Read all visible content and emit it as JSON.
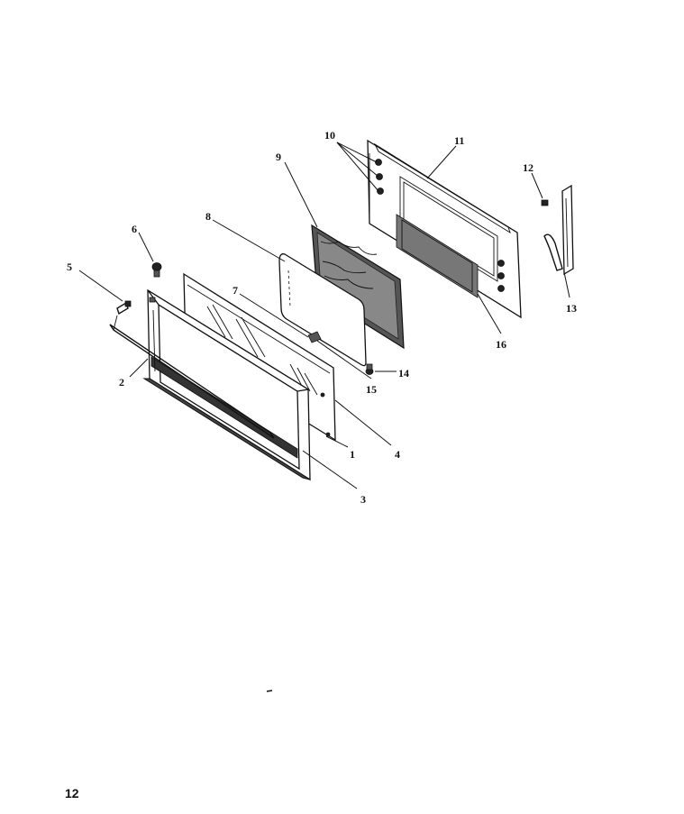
{
  "page_number": "12",
  "callouts": {
    "c1": "1",
    "c2": "2",
    "c3": "3",
    "c4": "4",
    "c5": "5",
    "c6": "6",
    "c7": "7",
    "c8": "8",
    "c9": "9",
    "c10": "10",
    "c11": "11",
    "c12": "12",
    "c13": "13",
    "c14": "14",
    "c15": "15",
    "c16": "16"
  }
}
